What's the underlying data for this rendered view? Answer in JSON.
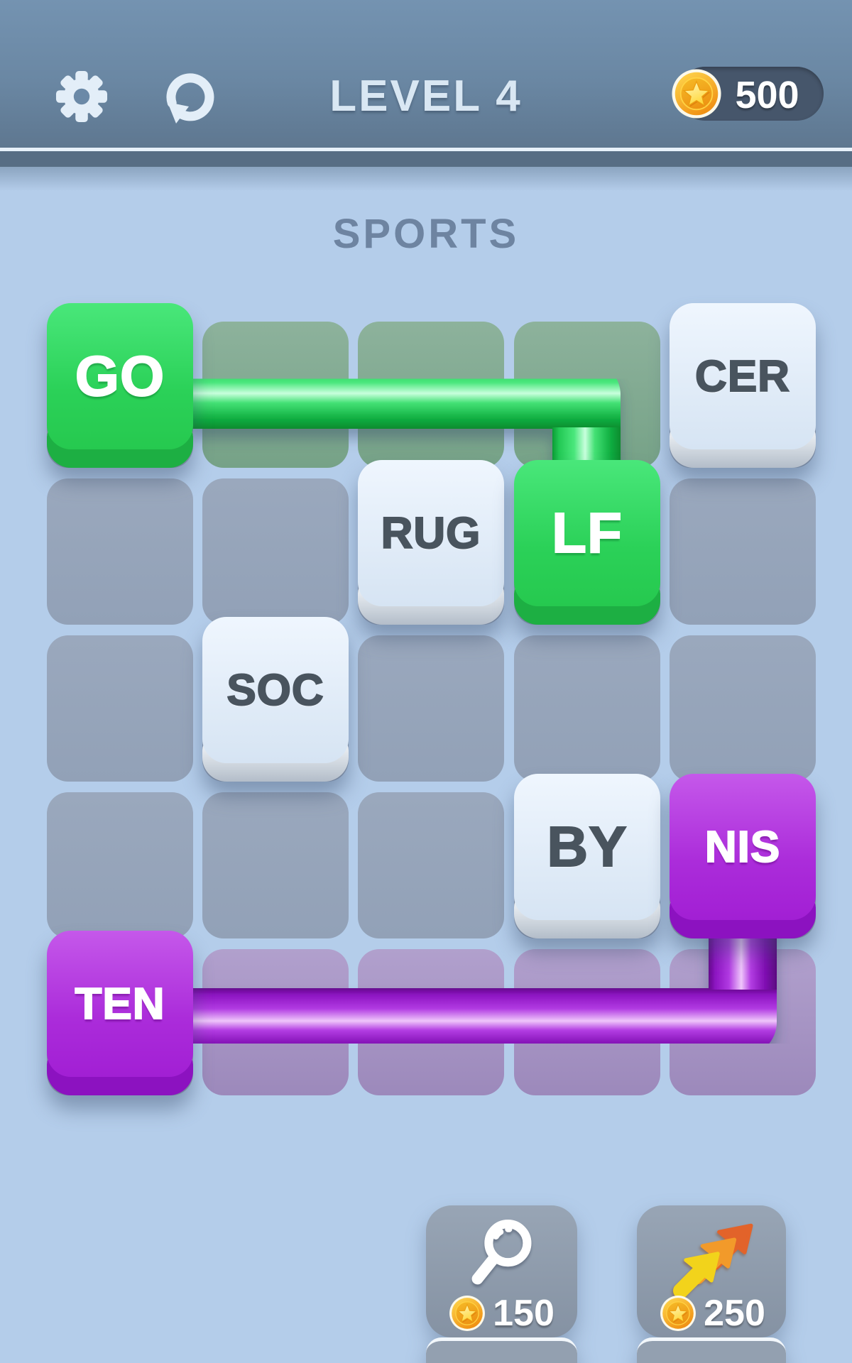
{
  "header": {
    "level_title": "LEVEL 4",
    "coin_balance": "500"
  },
  "category_title": "SPORTS",
  "board": {
    "rows": 5,
    "cols": 5,
    "tiles": [
      {
        "text": "GO",
        "row": 1,
        "col": 1,
        "color": "green"
      },
      {
        "text": "CER",
        "row": 1,
        "col": 5,
        "color": "light"
      },
      {
        "text": "RUG",
        "row": 2,
        "col": 3,
        "color": "light"
      },
      {
        "text": "LF",
        "row": 2,
        "col": 4,
        "color": "green"
      },
      {
        "text": "SOC",
        "row": 3,
        "col": 2,
        "color": "light"
      },
      {
        "text": "BY",
        "row": 4,
        "col": 4,
        "color": "light"
      },
      {
        "text": "NIS",
        "row": 4,
        "col": 5,
        "color": "purple"
      },
      {
        "text": "TEN",
        "row": 5,
        "col": 1,
        "color": "purple"
      }
    ],
    "tinted_cells": [
      {
        "row": 1,
        "col": 2,
        "tint": "green"
      },
      {
        "row": 1,
        "col": 3,
        "tint": "green"
      },
      {
        "row": 1,
        "col": 4,
        "tint": "green"
      },
      {
        "row": 5,
        "col": 2,
        "tint": "purple"
      },
      {
        "row": 5,
        "col": 3,
        "tint": "purple"
      },
      {
        "row": 5,
        "col": 4,
        "tint": "purple"
      },
      {
        "row": 5,
        "col": 5,
        "tint": "purple"
      }
    ],
    "connections": [
      {
        "from": "GO",
        "to": "LF",
        "color": "#2bd158"
      },
      {
        "from": "TEN",
        "to": "NIS",
        "color": "#a92ede"
      }
    ]
  },
  "footer": {
    "hint_button": {
      "cost": "150",
      "icon": "magnifier-icon"
    },
    "boost_button": {
      "cost": "250",
      "icon": "arrows-icon"
    }
  },
  "colors": {
    "background": "#b4cdea",
    "header": "#6a87a3",
    "tile_green": "#2bd158",
    "tile_purple": "#a625d6",
    "tile_light": "#dde9f6",
    "empty_cell": "#97a5bb",
    "coin_gold": "#f5b224",
    "badge": "#46566b"
  }
}
